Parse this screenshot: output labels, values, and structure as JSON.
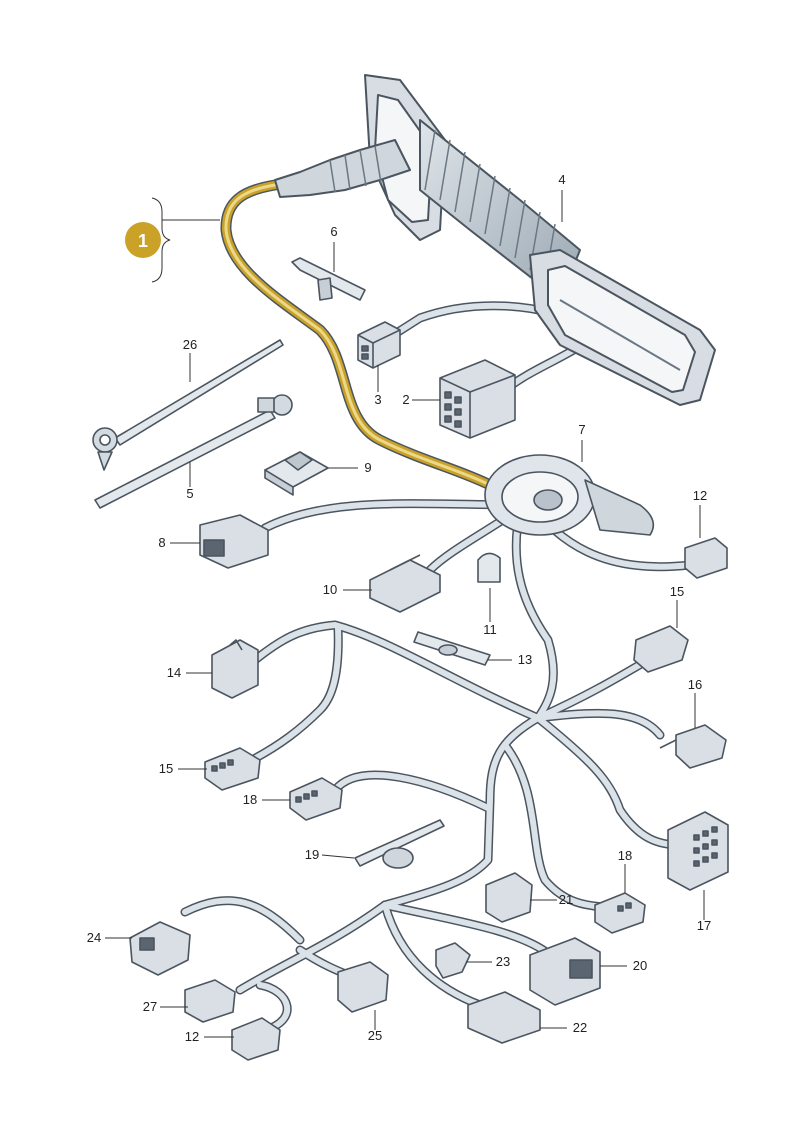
{
  "diagram": {
    "highlight_color": "#c9a227",
    "badge": {
      "label": "1",
      "color": "#c9a227"
    },
    "callouts": {
      "c2": "2",
      "c3": "3",
      "c4": "4",
      "c5": "5",
      "c6": "6",
      "c7": "7",
      "c8": "8",
      "c9": "9",
      "c10": "10",
      "c11": "11",
      "c12a": "12",
      "c12b": "12",
      "c13": "13",
      "c14": "14",
      "c15a": "15",
      "c15b": "15",
      "c16": "16",
      "c17": "17",
      "c18a": "18",
      "c18b": "18",
      "c19": "19",
      "c20": "20",
      "c21": "21",
      "c22": "22",
      "c23": "23",
      "c24": "24",
      "c25": "25",
      "c26": "26",
      "c27": "27"
    }
  }
}
